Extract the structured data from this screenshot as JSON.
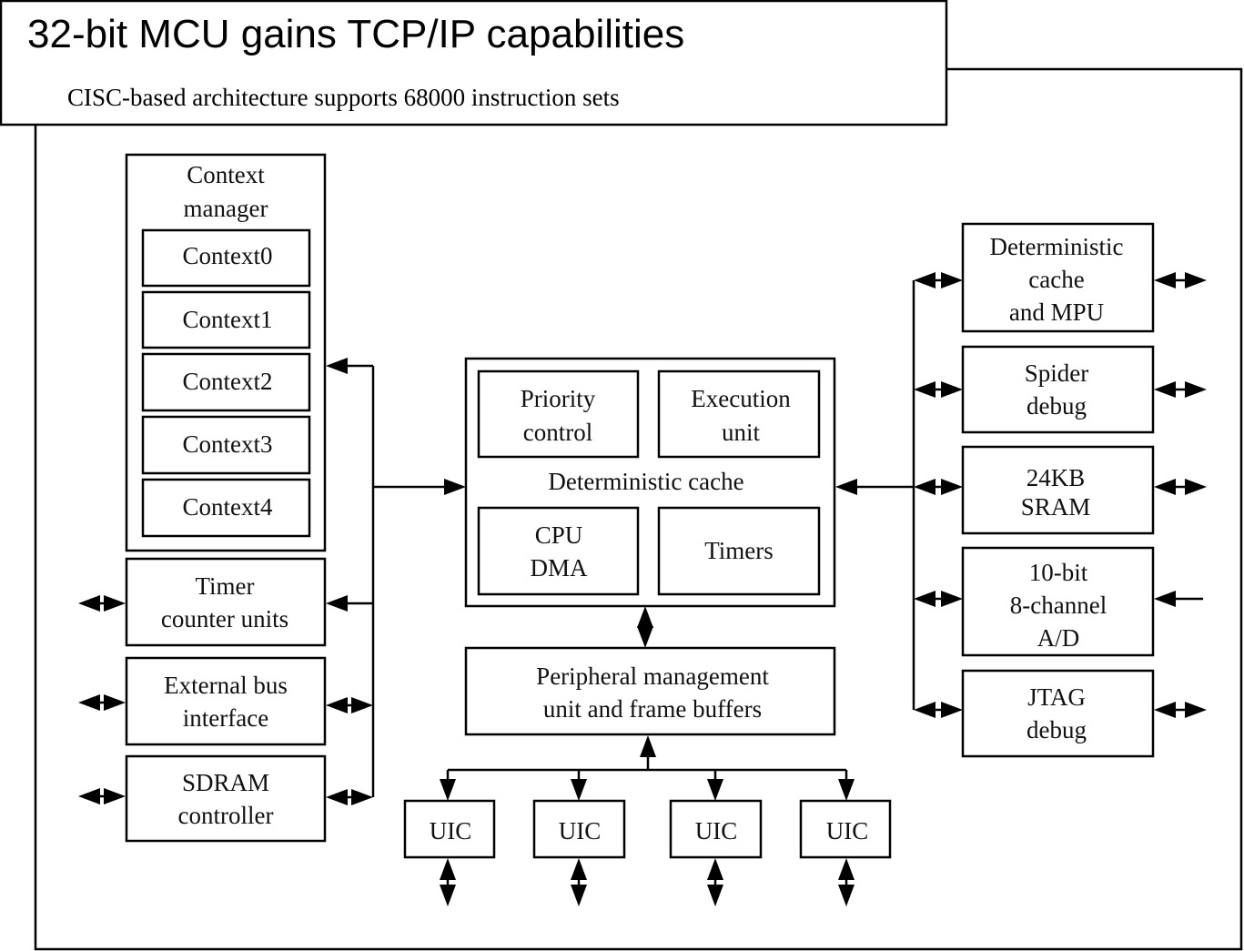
{
  "title": "32-bit MCU gains TCP/IP capabilities",
  "subtitle": "CISC-based architecture supports 68000 instruction sets",
  "context_manager": {
    "label": [
      "Context",
      "manager"
    ],
    "contexts": [
      "Context0",
      "Context1",
      "Context2",
      "Context3",
      "Context4"
    ]
  },
  "left_blocks": {
    "timer": [
      "Timer",
      "counter units"
    ],
    "bus": [
      "External bus",
      "interface"
    ],
    "sdram": [
      "SDRAM",
      "controller"
    ]
  },
  "core": {
    "priority": [
      "Priority",
      "control"
    ],
    "execution": [
      "Execution",
      "unit"
    ],
    "cache_label": "Deterministic cache",
    "cpu_dma": [
      "CPU",
      "DMA"
    ],
    "timers": "Timers"
  },
  "pmu": [
    "Peripheral management",
    "unit and frame buffers"
  ],
  "uic": [
    "UIC",
    "UIC",
    "UIC",
    "UIC"
  ],
  "right_blocks": {
    "cache_mpu": [
      "Deterministic",
      "cache",
      "and MPU"
    ],
    "spider": [
      "Spider",
      "debug"
    ],
    "sram": [
      "24KB",
      "SRAM"
    ],
    "adc": [
      "10-bit",
      "8-channel",
      "A/D"
    ],
    "jtag": [
      "JTAG",
      "debug"
    ]
  }
}
